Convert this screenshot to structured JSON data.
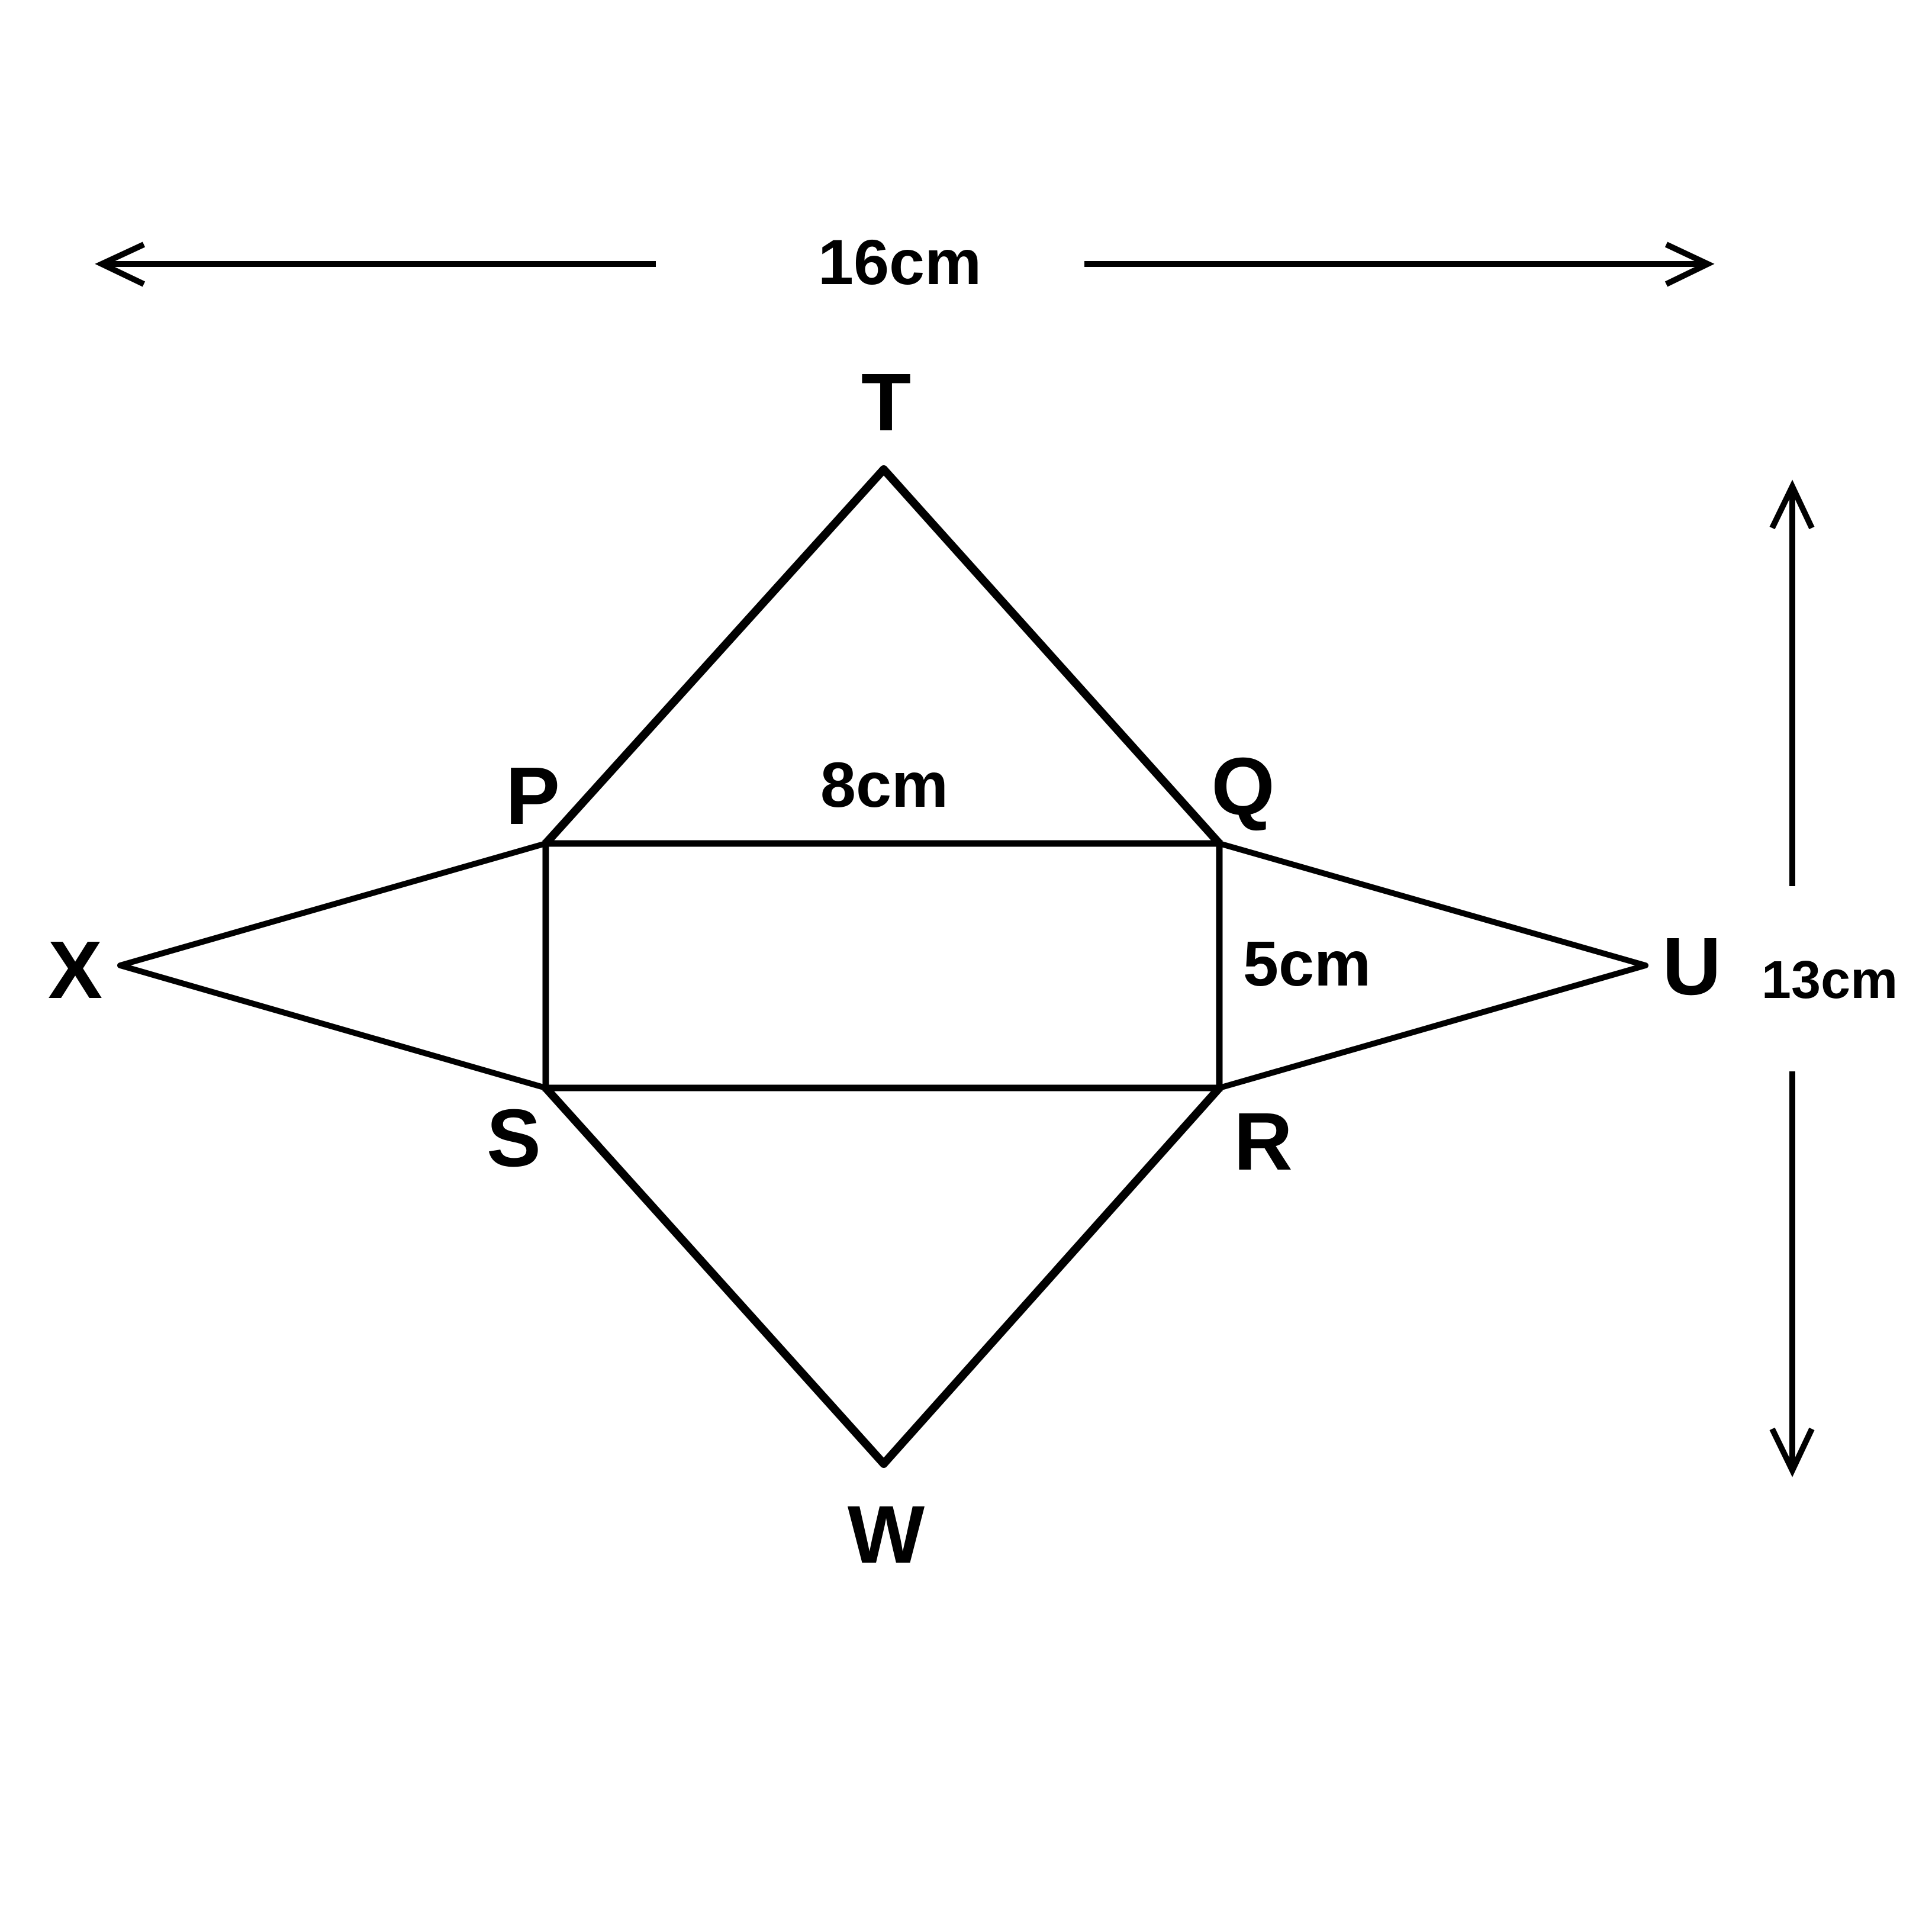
{
  "diagram": {
    "vertices": {
      "T": "T",
      "P": "P",
      "Q": "Q",
      "R": "R",
      "S": "S",
      "W": "W",
      "X": "X",
      "U": "U"
    },
    "dimensions": {
      "total_width": "16cm",
      "rect_width": "8cm",
      "rect_height": "5cm",
      "total_height": "13cm"
    },
    "colors": {
      "stroke": "#000000",
      "background": "#ffffff"
    }
  }
}
